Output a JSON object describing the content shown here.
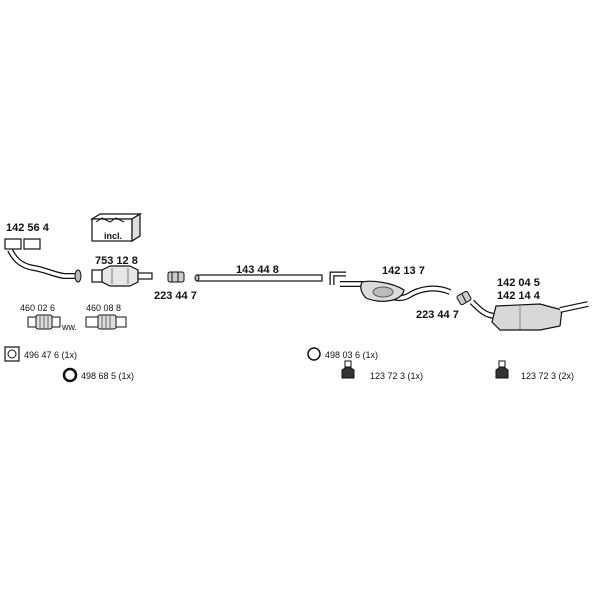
{
  "diagram": {
    "labels": {
      "downpipe": "142 56 4",
      "catalyst": "753 12 8",
      "clamp_front": "223 44 7",
      "middle_pipe": "143 44 8",
      "middle_silencer": "142 13 7",
      "clamp_rear": "223 44 7",
      "rear_silencer_a": "142 04 5",
      "rear_silencer_b": "142 14 4",
      "flexpipe_a": "460 02 6",
      "flexpipe_b": "460 08 8",
      "alternative": "ww.",
      "gasket_square": "496 47 6  (1x)",
      "ring_front": "498 68 5  (1x)",
      "ring_mid": "498 03 6  (1x)",
      "hanger_mid": "123 72 3  (1x)",
      "hanger_rear": "123 72 3  (2x)",
      "kit_box": "incl."
    }
  }
}
